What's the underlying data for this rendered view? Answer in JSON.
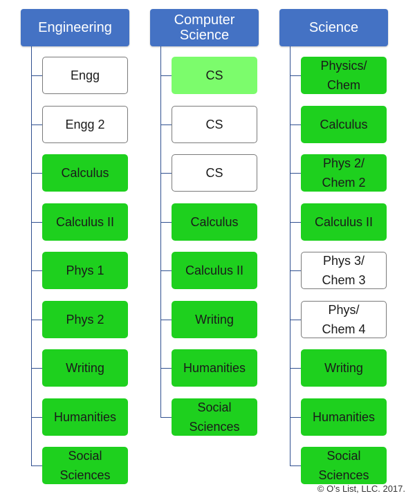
{
  "columns": [
    {
      "title": "Engineering",
      "items": [
        {
          "label": "Engg",
          "style": "white"
        },
        {
          "label": "Engg 2",
          "style": "white"
        },
        {
          "label": "Calculus",
          "style": "green"
        },
        {
          "label": "Calculus II",
          "style": "green"
        },
        {
          "label": "Phys 1",
          "style": "green"
        },
        {
          "label": "Phys 2",
          "style": "green"
        },
        {
          "label": "Writing",
          "style": "green"
        },
        {
          "label": "Humanities",
          "style": "green"
        },
        {
          "label": "Social\nSciences",
          "style": "green"
        }
      ]
    },
    {
      "title": "Computer\nScience",
      "items": [
        {
          "label": "CS",
          "style": "lightgreen"
        },
        {
          "label": "CS",
          "style": "white"
        },
        {
          "label": "CS",
          "style": "white"
        },
        {
          "label": "Calculus",
          "style": "green"
        },
        {
          "label": "Calculus II",
          "style": "green"
        },
        {
          "label": "Writing",
          "style": "green"
        },
        {
          "label": "Humanities",
          "style": "green"
        },
        {
          "label": "Social\nSciences",
          "style": "green"
        }
      ]
    },
    {
      "title": "Science",
      "items": [
        {
          "label": "Physics/\nChem",
          "style": "green"
        },
        {
          "label": "Calculus",
          "style": "green"
        },
        {
          "label": "Phys 2/\nChem 2",
          "style": "green"
        },
        {
          "label": "Calculus II",
          "style": "green"
        },
        {
          "label": "Phys 3/\nChem 3",
          "style": "white"
        },
        {
          "label": "Phys/\nChem 4",
          "style": "white"
        },
        {
          "label": "Writing",
          "style": "green"
        },
        {
          "label": "Humanities",
          "style": "green"
        },
        {
          "label": "Social\nSciences",
          "style": "green"
        }
      ]
    }
  ],
  "copyright": "© O’s List, LLC. 2017.",
  "colors": {
    "header": "#4472C4",
    "green": "#1ED01E",
    "lightgreen": "#7CFC6C",
    "white": "#ffffff",
    "connector": "#2F4F8F"
  }
}
